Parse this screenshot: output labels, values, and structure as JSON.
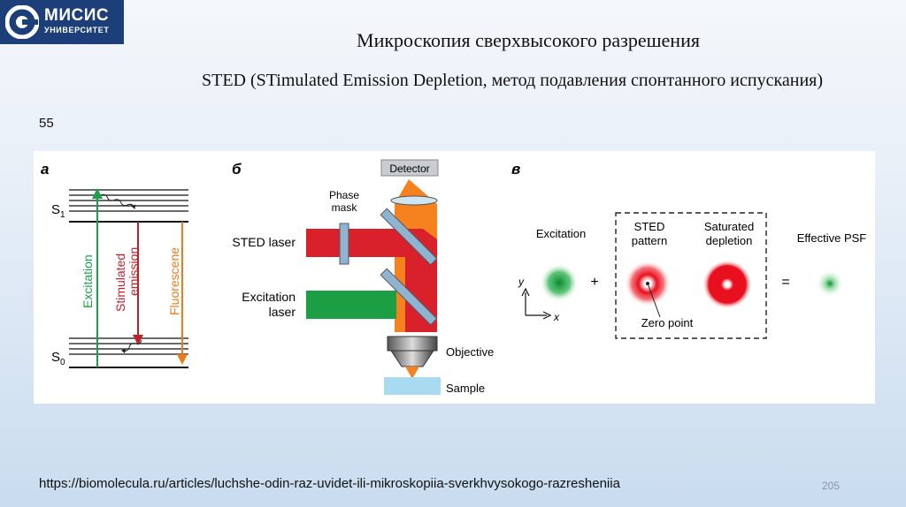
{
  "header": {
    "logo_line1": "МИСИС",
    "logo_line2": "УНИВЕРСИТЕТ",
    "title": "Микроскопия сверхвысокого разрешения",
    "subtitle": "STED (STimulated Emission Depletion, метод подавления спонтанного испускания)",
    "slide_label": "55"
  },
  "figure": {
    "panel_a": {
      "letter": "а",
      "s1": "S",
      "s1_sub": "1",
      "s0": "S",
      "s0_sub": "0",
      "excitation": "Excitation",
      "stimulated_1": "Stimulated",
      "stimulated_2": "emission",
      "fluorescence": "Fluorescene"
    },
    "panel_b": {
      "letter": "б",
      "detector": "Detector",
      "phase_1": "Phase",
      "phase_2": "mask",
      "sted_laser": "STED laser",
      "exc_laser_1": "Excitation",
      "exc_laser_2": "laser",
      "objective": "Objective",
      "sample": "Sample"
    },
    "panel_c": {
      "letter": "в",
      "excitation": "Excitation",
      "sted_1": "STED",
      "sted_2": "pattern",
      "saturated_1": "Saturated",
      "saturated_2": "depletion",
      "effective": "Effective PSF",
      "plus1": "+",
      "plus2": "+",
      "equals": "=",
      "zero_point": "Zero point",
      "axis_y": "y",
      "axis_x": "x"
    }
  },
  "footer": {
    "link": "https://biomolecula.ru/articles/luchshe-odin-raz-uvidet-ili-mikroskopiia-sverkhvysokogo-razresheniia",
    "page_number": "205"
  },
  "colors": {
    "brand": "#1c3f7a",
    "excitation_green": "#18a04a",
    "sted_red": "#e0242f",
    "fluorescence_orange": "#f07a1a",
    "mirror_blue": "#8fb4cf"
  }
}
